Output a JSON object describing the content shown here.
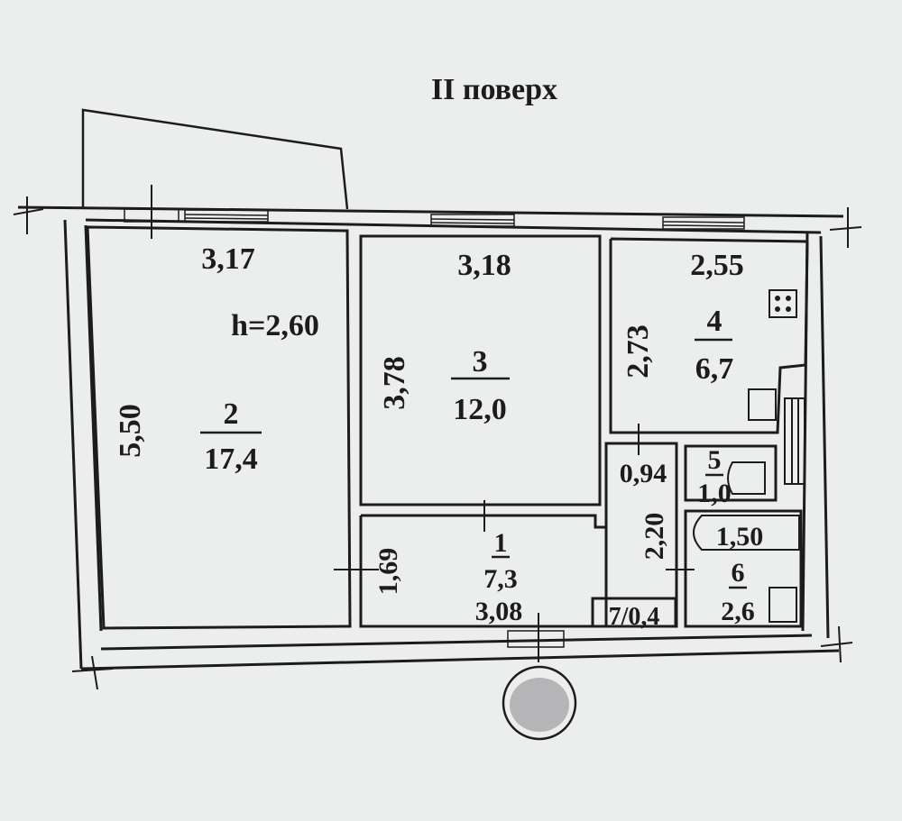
{
  "title": "II поверх",
  "ceiling_height": "h=2,60",
  "rooms": [
    {
      "number": "1",
      "area": "7,3"
    },
    {
      "number": "2",
      "area": "17,4"
    },
    {
      "number": "3",
      "area": "12,0"
    },
    {
      "number": "4",
      "area": "6,7"
    },
    {
      "number": "5",
      "area": "1,0"
    },
    {
      "number": "6",
      "area": "2,6"
    },
    {
      "number": "7",
      "area": "0,4",
      "label": "7/0,4"
    }
  ],
  "dimensions": {
    "room2_width": "3,17",
    "room2_length": "5,50",
    "room3_width": "3,18",
    "room3_length": "3,78",
    "room4_width": "2,55",
    "room4_length": "2,73",
    "corridor_width": "0,94",
    "corridor_length": "2,20",
    "bath_length": "1,50",
    "room1_width": "3,08",
    "room1_length": "1,69"
  },
  "colors": {
    "ink": "#1c1c1c",
    "paper": "#eceeed"
  }
}
